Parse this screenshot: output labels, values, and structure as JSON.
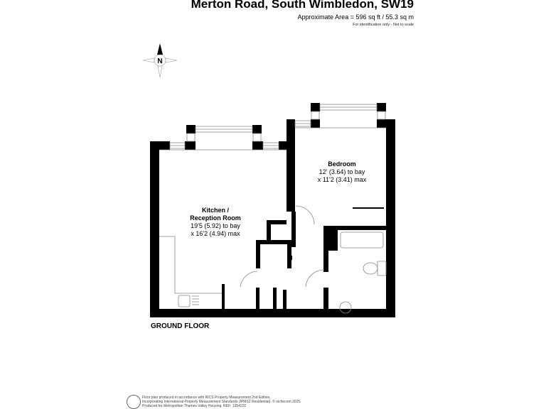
{
  "header": {
    "title": "Merton Road, South Wimbledon, SW19",
    "area": "Approximate Area = 596 sq ft / 55.3 sq m",
    "note": "For identification only - Not to scale"
  },
  "compass": {
    "label": "N",
    "icon": "north-arrow-icon"
  },
  "rooms": [
    {
      "name": "Kitchen /",
      "name2": "Reception Room",
      "dim1": "19'5 (5.92) to bay",
      "dim2": "x 16'2 (4.94) max"
    },
    {
      "name": "Bedroom",
      "dim1": "12' (3.64) to bay",
      "dim2": "x 11'2 (3.41) max"
    }
  ],
  "floor_label": "GROUND FLOOR",
  "footer": {
    "line1": "Floor plan produced in accordance with RICS Property Measurement 2nd Edition,",
    "line2": "Incorporating International Property Measurement Standards (IPMS2 Residential).  © nichecom 2025.",
    "line3": "Produced for Metropolitan Thames Valley Housing.   REF: 1354232"
  }
}
